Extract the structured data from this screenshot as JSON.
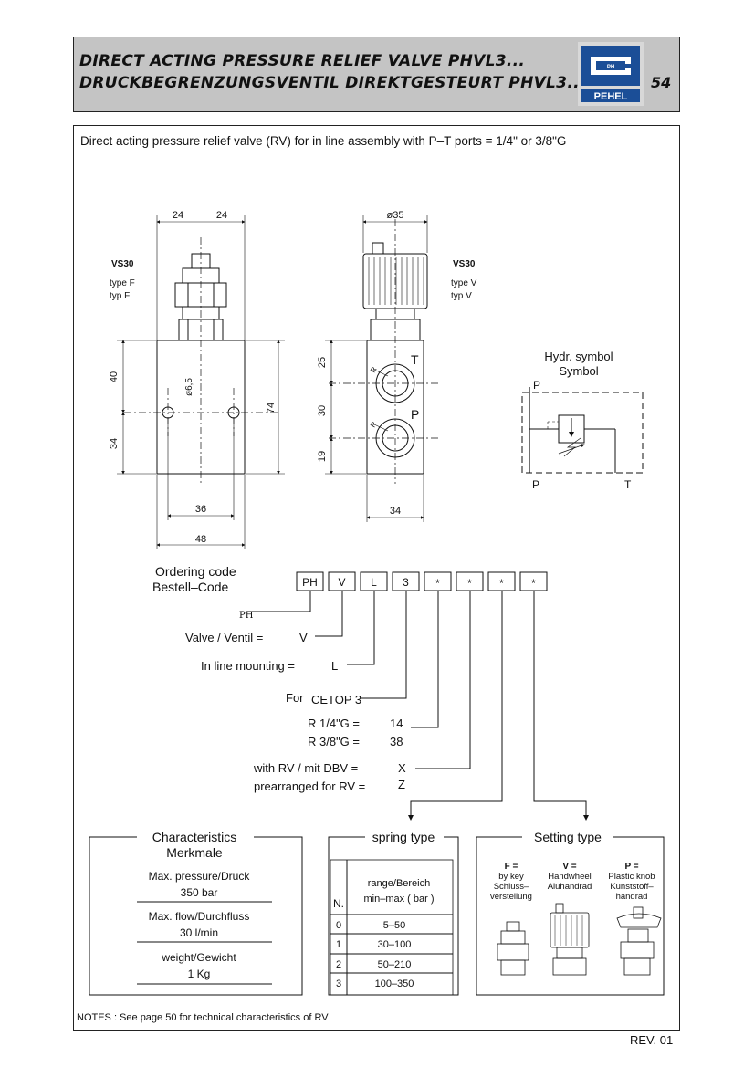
{
  "header": {
    "title_en": "DIRECT  ACTING PRESSURE RELIEF VALVE PHVL3...",
    "title_de": "DRUCKBEGRENZUNGSVENTIL DIREKTGESTEURT PHVL3...",
    "logo_mark": "PH",
    "logo_text": "PEHEL",
    "page_number": "54"
  },
  "intro": "Direct acting pressure relief valve (RV) for in line assembly with P–T ports = 1/4\" or 3/8\"G",
  "drawing_left": {
    "model": "VS30",
    "type_en": "type F",
    "type_de": "typ F",
    "dim_top_left": "24",
    "dim_top_right": "24",
    "dim_40": "40",
    "dim_34": "34",
    "dim_74": "74",
    "dim_hole": "ø6,5",
    "dim_36": "36",
    "dim_48": "48"
  },
  "drawing_right": {
    "model": "VS30",
    "type_en": "type V",
    "type_de": "typ V",
    "dim_35": "ø35",
    "dim_25": "25",
    "dim_30": "30",
    "dim_19": "19",
    "dim_34": "34",
    "port_t": "T",
    "port_p": "P",
    "thread_a": "R",
    "thread_b": "R"
  },
  "symbol": {
    "title1": "Hydr. symbol",
    "title2": "Symbol",
    "p_top": "P",
    "p_bottom": "P",
    "t_bottom": "T"
  },
  "ordering": {
    "title1": "Ordering code",
    "title2": "Bestell–Code",
    "boxes": [
      "PH",
      "V",
      "L",
      "3",
      "*",
      "*",
      "*",
      "*"
    ],
    "line_ph": "PH",
    "line_valve": "Valve / Ventil = ",
    "line_valve_code": "V",
    "line_mount": "In line mounting = ",
    "line_mount_code": "L",
    "line_cetop_prefix": "For ",
    "line_cetop": "CETOP 3",
    "line_r14": "R 1/4\"G = ",
    "line_r14_code": "14",
    "line_r38": "R 3/8\"G = ",
    "line_r38_code": "38",
    "line_rv": "with RV / mit DBV = ",
    "line_rv_code": "X",
    "line_prearr": "prearranged for RV = ",
    "line_prearr_code": "Z"
  },
  "characteristics": {
    "title1": "Characteristics",
    "title2": "Merkmale",
    "rows": [
      {
        "label": "Max. pressure/Druck",
        "value": "350 bar"
      },
      {
        "label": "Max. flow/Durchfluss",
        "value": "30 l/min"
      },
      {
        "label": "weight/Gewicht",
        "value": "1 Kg"
      }
    ]
  },
  "spring": {
    "title": "spring type",
    "col_n": "N.",
    "col_range1": "range/Bereich",
    "col_range2": "min–max ( bar )",
    "rows": [
      {
        "n": "0",
        "range": "5–50"
      },
      {
        "n": "1",
        "range": "30–100"
      },
      {
        "n": "2",
        "range": "50–210"
      },
      {
        "n": "3",
        "range": "100–350"
      }
    ]
  },
  "setting": {
    "title": "Setting type",
    "options": [
      {
        "code": "F =",
        "line1": "by key",
        "line2": "Schluss–",
        "line3": "verstellung"
      },
      {
        "code": "V =",
        "line1": "Handwheel",
        "line2": "Aluhandrad",
        "line3": ""
      },
      {
        "code": "P =",
        "line1": "Plastic knob",
        "line2": "Kunststoff–",
        "line3": "handrad"
      }
    ]
  },
  "notes": "NOTES : See page 50 for technical characteristics of RV",
  "revision": "REV. 01"
}
